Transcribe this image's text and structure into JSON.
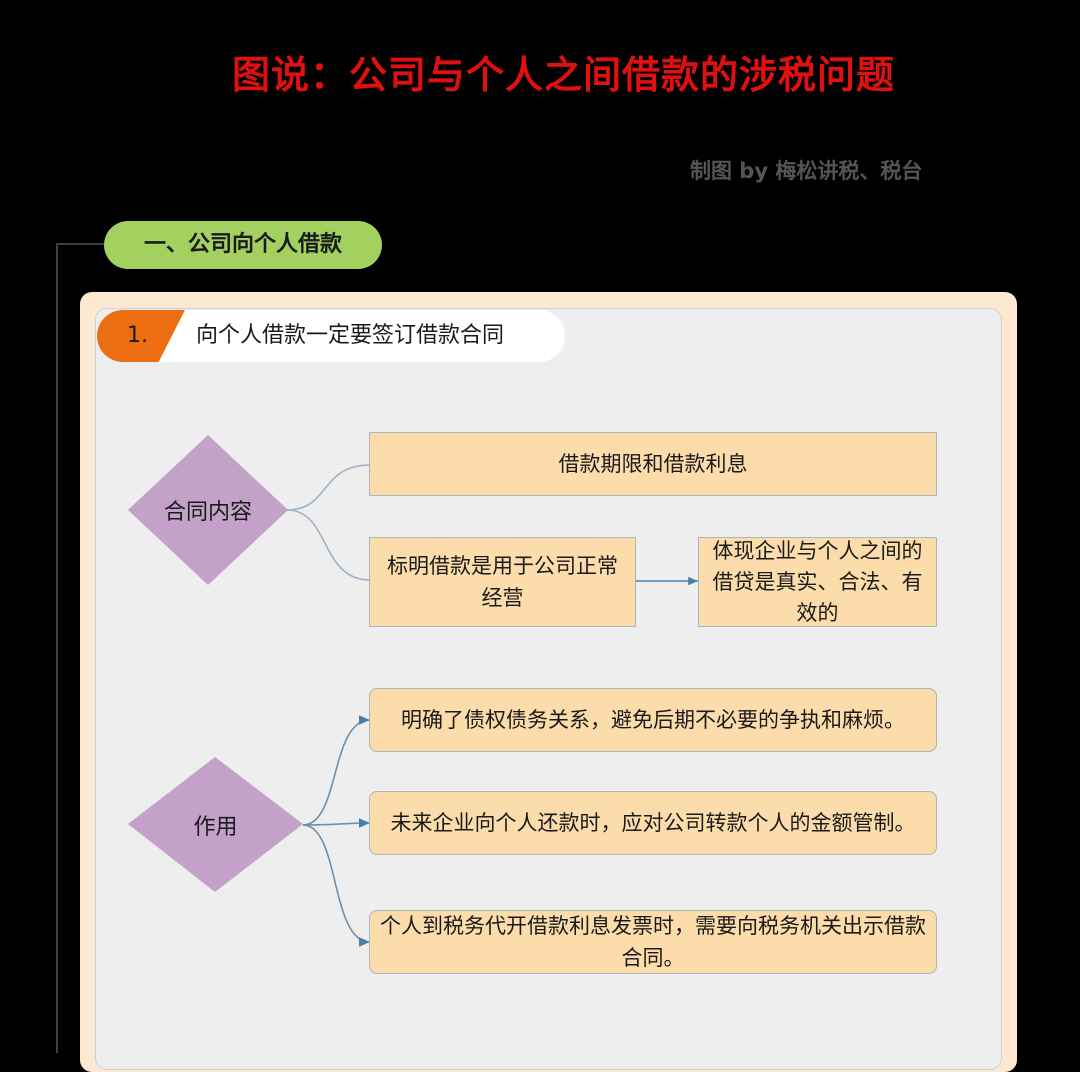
{
  "header": {
    "title": "图说：公司与个人之间借款的涉税问题",
    "credit": "制图 by 梅松讲税、税台"
  },
  "section": {
    "label": "一、公司向个人借款"
  },
  "step": {
    "number": "1.",
    "title": "向个人借款一定要签订借款合同"
  },
  "contract_content": {
    "label": "合同内容",
    "items": [
      "借款期限和借款利息",
      "标明借款是用于公司正常经营"
    ],
    "result": "体现企业与个人之间的借贷是真实、合法、有效的"
  },
  "purpose": {
    "label": "作用",
    "items": [
      "明确了债权债务关系，避免后期不必要的争执和麻烦。",
      "未来企业向个人还款时，应对公司转款个人的金额管制。",
      "个人到税务代开借款利息发票时，需要向税务机关出示借款合同。"
    ]
  },
  "colors": {
    "title": "#e01010",
    "section_pill": "#a3d160",
    "step_badge": "#ed6e10",
    "diamond": "#c3a1c9",
    "box": "#fcdcaa",
    "outer_card": "#fde9d2",
    "inner_card": "#eeeeee"
  }
}
